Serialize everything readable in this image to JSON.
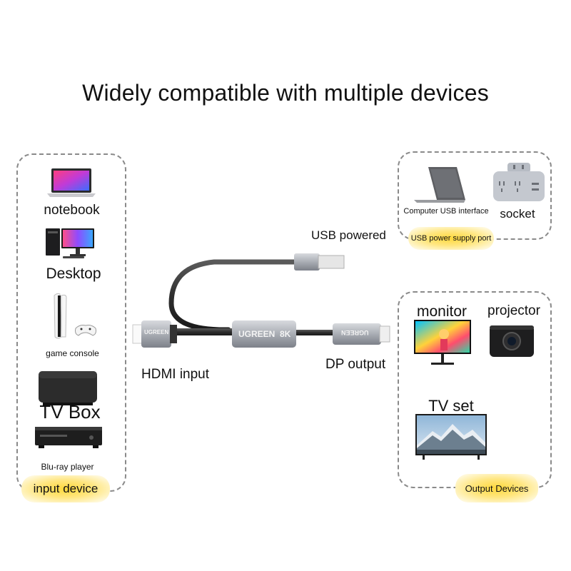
{
  "title": "Widely compatible with multiple devices",
  "input_panel": {
    "badge": "input device",
    "items": [
      {
        "label": "notebook",
        "icon": "laptop-icon"
      },
      {
        "label": "Desktop",
        "icon": "desktop-icon"
      },
      {
        "label": "game console",
        "icon": "game-console-icon"
      },
      {
        "label": "TV Box",
        "icon": "tv-box-icon"
      },
      {
        "label": "Blu-ray player",
        "icon": "blu-ray-player-icon"
      }
    ]
  },
  "power_panel": {
    "items": [
      {
        "label": "Computer USB interface",
        "icon": "laptop-icon"
      },
      {
        "label": "socket",
        "icon": "power-socket-icon"
      }
    ],
    "badge": "USB power supply port"
  },
  "output_panel": {
    "badge": "Output Devices",
    "items": [
      {
        "label": "monitor",
        "icon": "monitor-icon"
      },
      {
        "label": "projector",
        "icon": "projector-icon"
      },
      {
        "label": "TV set",
        "icon": "tv-icon"
      }
    ]
  },
  "adapter": {
    "brand_label": "UGREEN  8K",
    "hdmi_plug_label": "UGREEN",
    "dp_plug_label": "UGREEN",
    "usb_label": "USB powered",
    "hdmi_label": "HDMI input",
    "dp_label": "DP output"
  },
  "colors": {
    "badge_yellow": "#ffd83a",
    "panel_border": "#8a8a8a",
    "metal": "#b9bcc2",
    "cable": "#3a3a3a"
  }
}
